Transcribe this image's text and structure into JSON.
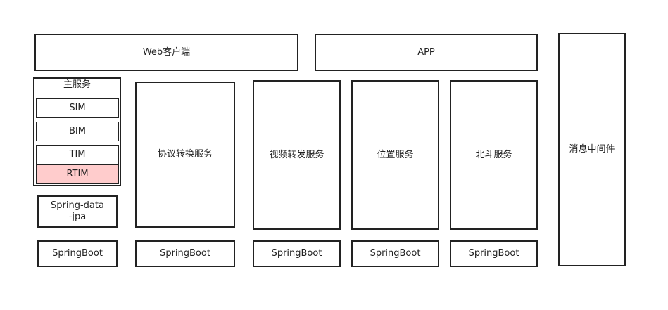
{
  "diagram": {
    "colors": {
      "border": "#222222",
      "highlight_fill": "#ffcccc",
      "background": "#ffffff"
    },
    "web_client": "Web客户端",
    "app": "APP",
    "message_middleware": "消息中间件",
    "main_service": {
      "title": "主服务",
      "modules": [
        "SIM",
        "BIM",
        "TIM",
        "RTIM"
      ],
      "highlighted_module": "RTIM"
    },
    "spring_data_jpa": "Spring-data-jpa",
    "services": [
      "协议转换服务",
      "视频转发服务",
      "位置服务",
      "北斗服务"
    ],
    "springboot_label": "SpringBoot"
  }
}
